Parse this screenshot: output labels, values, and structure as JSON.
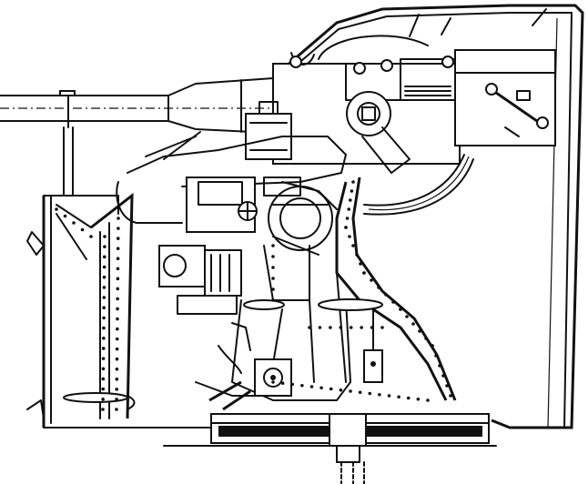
{
  "drawing": {
    "ink_color": "#111111",
    "paper_color": "#ffffff",
    "components": [
      "gun-barrel",
      "gun-cradle",
      "breech-mechanism",
      "recoil-cylinder",
      "gun-shield",
      "elevation-handwheel",
      "traverse-handwheel",
      "sight-assembly",
      "mounting-pedestal",
      "base-ring",
      "firing-pedal",
      "loader-platform"
    ]
  }
}
